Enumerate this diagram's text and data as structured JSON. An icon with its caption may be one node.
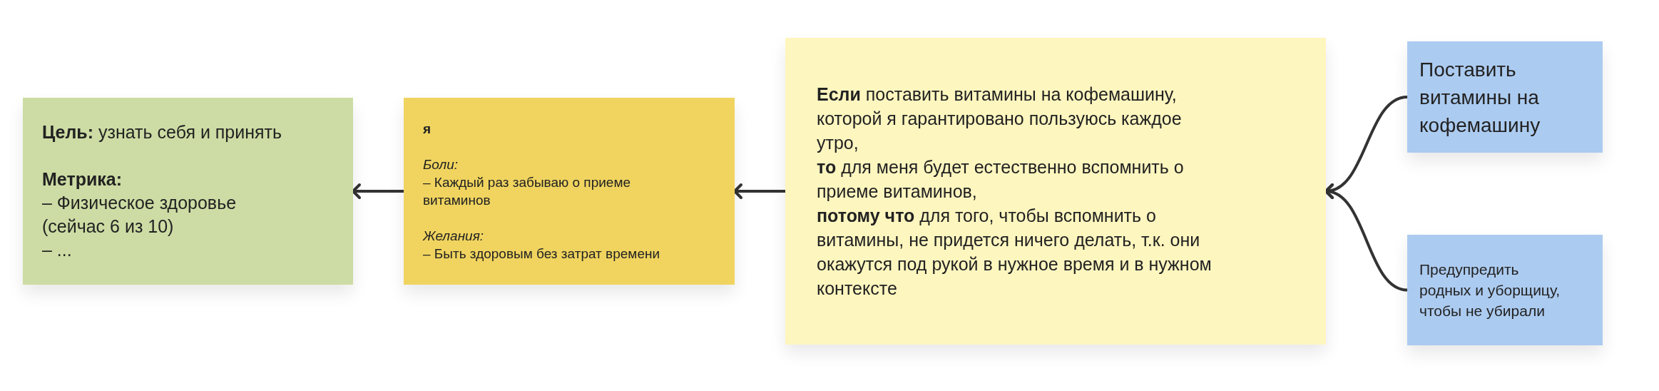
{
  "diagram": {
    "nodes": [
      {
        "text": [
          "**Цель:** узнать себя и принять",
          "Метрика:",
          "– Физическое здоровье (сейчас 6 из 10)",
          "– ..."
        ]
      },
      {
        "text": [
          "я",
          "Боли:",
          "– Каждый раз забываю о приеме витаминов",
          "Желания:",
          "– Быть здоровым без затрат времени"
        ]
      },
      {
        "text": [
          "**Если** поставить витамины на кофемашину, которой я гарантировано пользуюсь каждое утро,",
          "**то** для меня будет естественно вспомнить о приеме витаминов,",
          "**потому что** для того, чтобы вспомнить о витамины, не придется ничего делать, т.к. они окажутся под рукой в нужное время и в нужном контексте"
        ]
      },
      {
        "text": [
          "Поставить витамины на кофемашину"
        ]
      },
      {
        "text": [
          "Предупредить родных и уборщицу, чтобы не убирали"
        ]
      }
    ],
    "edges": [
      {
        "from": 1,
        "to": 0,
        "arrow": "to"
      },
      {
        "from": 2,
        "to": 1,
        "arrow": "to"
      },
      {
        "from": 3,
        "to": 2,
        "arrow": "to"
      },
      {
        "from": 4,
        "to": 2,
        "arrow": "to"
      }
    ]
  }
}
